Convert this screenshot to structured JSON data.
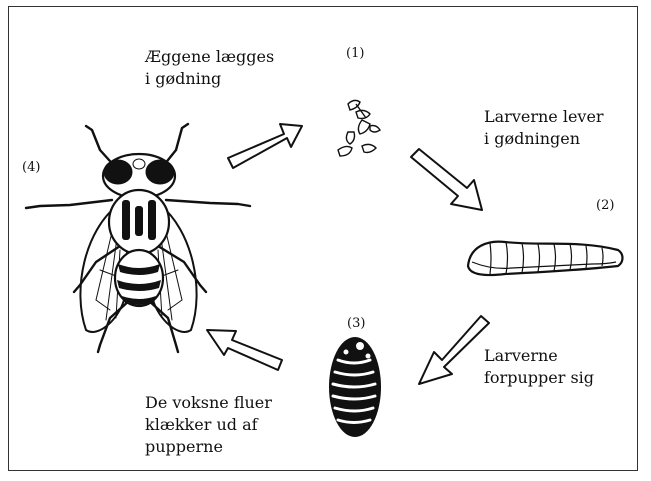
{
  "diagram": {
    "stages": [
      {
        "number": "(1)",
        "caption": "Æggene lægges\ni gødning",
        "icon": "eggs-icon"
      },
      {
        "number": "(2)",
        "caption": "Larverne lever\ni gødningen",
        "icon": "larva-icon"
      },
      {
        "number": "(3)",
        "caption": "Larverne\nforpupper sig",
        "icon": "pupa-icon"
      },
      {
        "number": "(4)",
        "caption": "De voksne fluer\nklækker ud af\npupperne",
        "icon": "fly-icon"
      }
    ],
    "colors": {
      "ink": "#111111",
      "paper": "#ffffff"
    }
  }
}
